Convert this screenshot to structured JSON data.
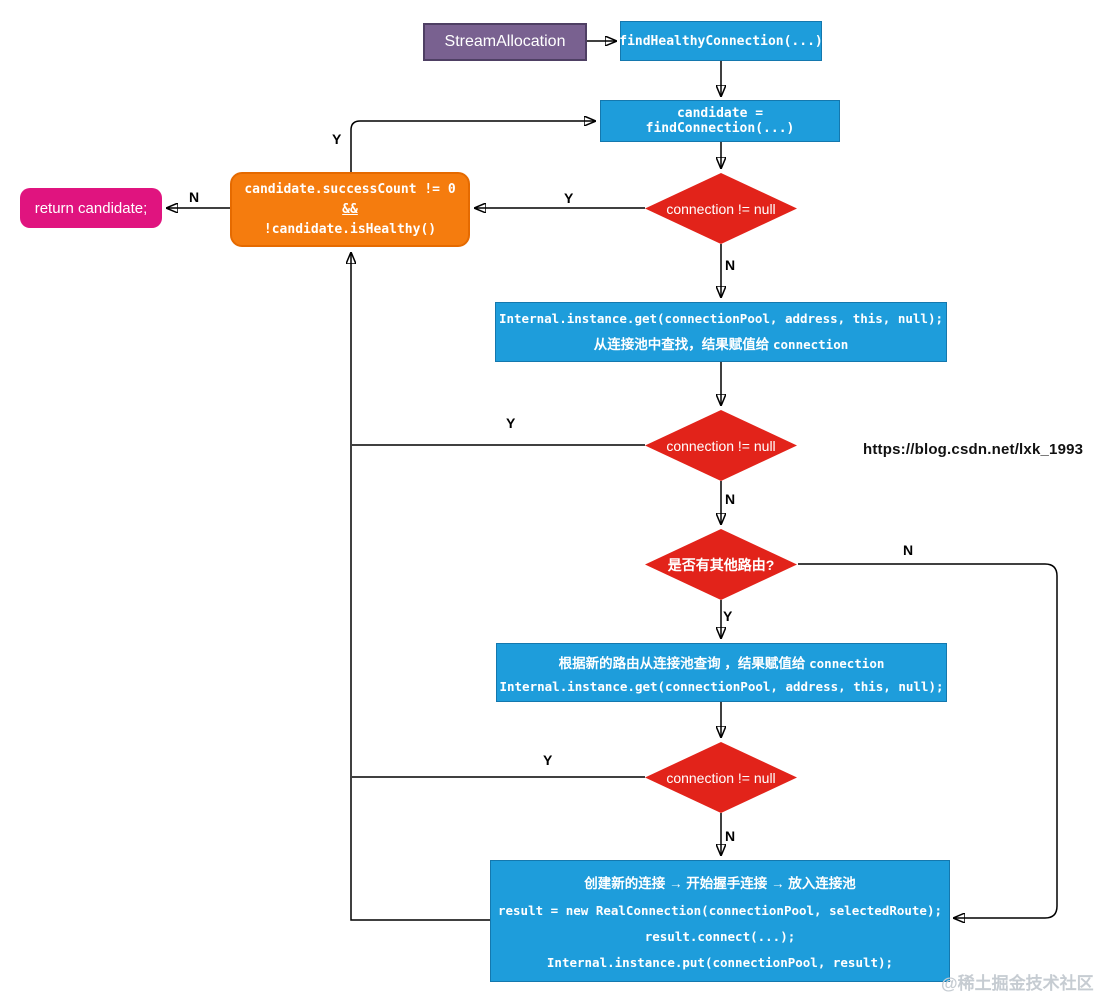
{
  "nodes": {
    "stream_allocation": {
      "label": "StreamAllocation"
    },
    "find_healthy_connection": {
      "label": "findHealthyConnection(...)"
    },
    "find_connection": {
      "label": "candidate = findConnection(...)"
    },
    "candidate_check": {
      "line1": "candidate.successCount != 0",
      "line2": "&&",
      "line3": "!candidate.isHealthy()"
    },
    "return_candidate": {
      "label": "return candidate;"
    },
    "connection_check_1": {
      "label": "connection != null"
    },
    "pool_lookup": {
      "code": "Internal.instance.get(connectionPool, address, this, null);",
      "note": "从连接池中查找，结果赋值给 ",
      "note_code": "connection"
    },
    "connection_check_2": {
      "label": "connection != null"
    },
    "route_check": {
      "label": "是否有其他路由?"
    },
    "route_lookup": {
      "note": "根据新的路由从连接池查询 ，结果赋值给 ",
      "note_code": "connection",
      "code": "Internal.instance.get(connectionPool, address, this, null);"
    },
    "connection_check_3": {
      "label": "connection != null"
    },
    "create_connection": {
      "note": "创建新的连接 → 开始握手连接 → 放入连接池",
      "code1": "result = new RealConnection(connectionPool, selectedRoute);",
      "code2": "result.connect(...);",
      "code3": "Internal.instance.put(connectionPool, result);"
    }
  },
  "edge_labels": {
    "retry_yes": "Y",
    "check1_yes": "Y",
    "candidate_no": "N",
    "check1_no": "N",
    "check2_yes": "Y",
    "check2_no": "N",
    "route_yes": "Y",
    "route_no": "N",
    "check3_yes": "Y",
    "check3_no": "N"
  },
  "watermarks": {
    "blog_url": "https://blog.csdn.net/lxk_1993",
    "community": "@稀土掘金技术社区"
  },
  "colors": {
    "process_blue": "#1e9ddb",
    "decision_red": "#e2231a",
    "condition_orange": "#f57c0e",
    "terminal_pink": "#e0147f",
    "entry_purple": "#796190",
    "connector_black": "#000000"
  }
}
